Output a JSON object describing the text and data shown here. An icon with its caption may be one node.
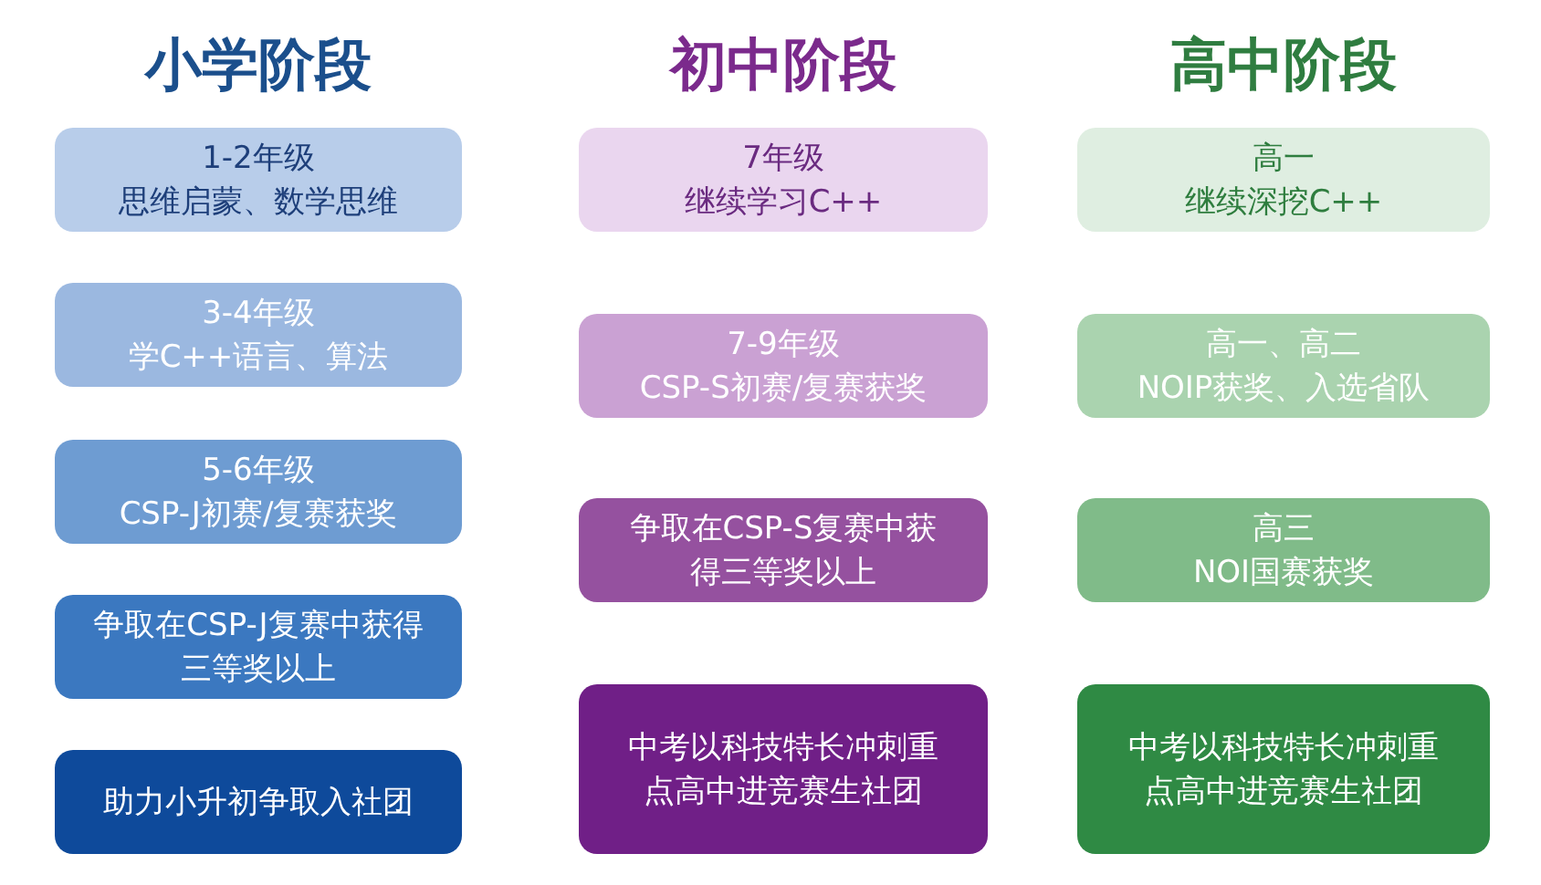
{
  "diagram": {
    "nodes": [
      {
        "text": [
          "1-2年级",
          "思维启蒙、数学思维"
        ]
      },
      {
        "text": [
          "3-4年级",
          "学C++语言、算法"
        ]
      },
      {
        "text": [
          "5-6年级",
          "CSP-J初赛/复赛获奖"
        ]
      },
      {
        "text": [
          "争取在CSP-J复赛中获得三等奖以上"
        ]
      },
      {
        "text": [
          "助力小升初争取入社团"
        ]
      },
      {
        "text": [
          "7年级",
          "继续学习C++"
        ]
      },
      {
        "text": [
          "7-9年级",
          "CSP-S初赛/复赛获奖"
        ]
      },
      {
        "text": [
          "争取在CSP-S复赛中获得三等奖以上"
        ]
      },
      {
        "text": [
          "中考以科技特长冲刺重点高中进竞赛生社团"
        ]
      },
      {
        "text": [
          "高一",
          "继续深挖C++"
        ]
      },
      {
        "text": [
          "高一、高二",
          "NOIP获奖、入选省队"
        ]
      },
      {
        "text": [
          "高三",
          "NOI国赛获奖"
        ]
      },
      {
        "text": [
          "中考以科技特长冲刺重点高中进竞赛生社团"
        ]
      }
    ],
    "labels": [
      "小学阶段",
      "初中阶段",
      "高中阶段"
    ]
  }
}
